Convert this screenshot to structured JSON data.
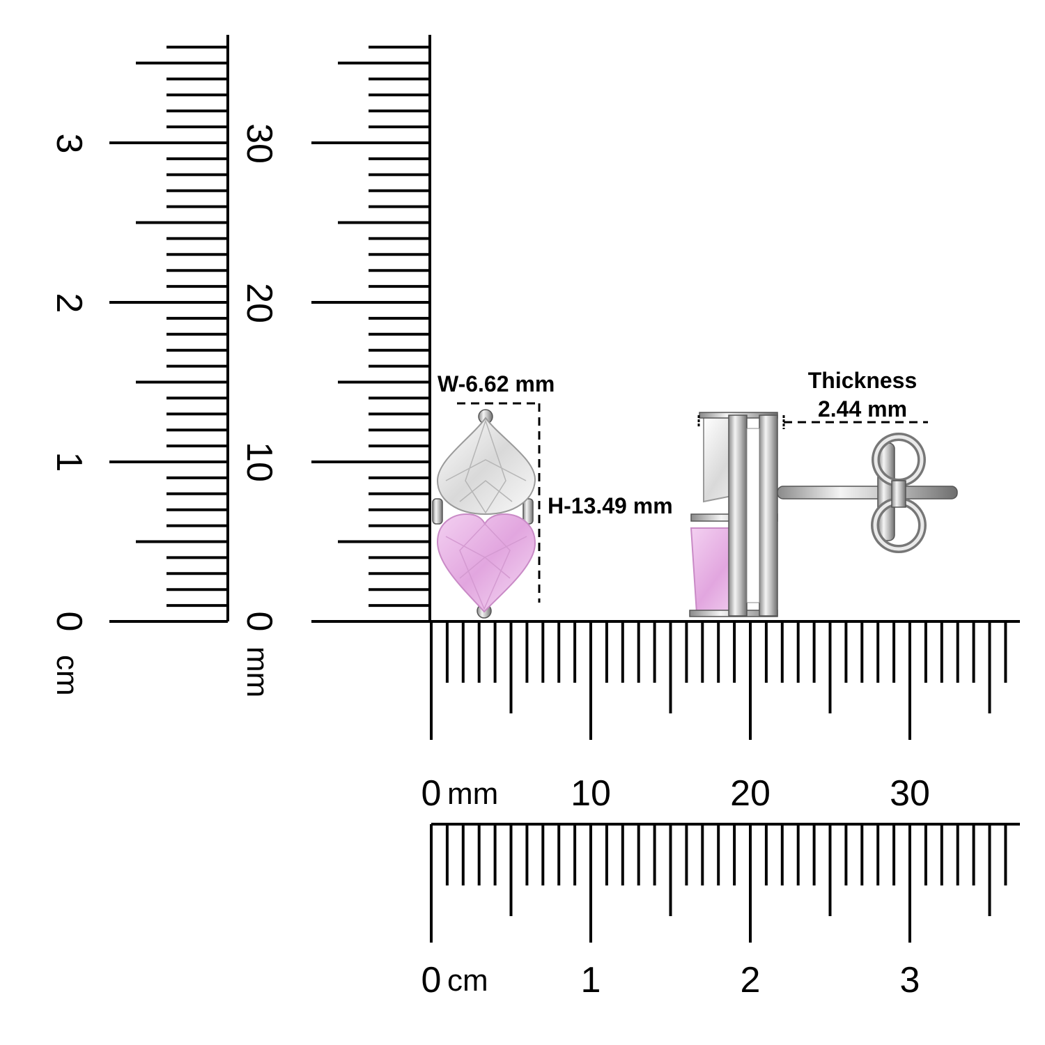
{
  "dimensions": {
    "width_label": "W-6.62 mm",
    "height_label": "H-13.49 mm",
    "thickness_title": "Thickness",
    "thickness_value": "2.44 mm"
  },
  "rulers": {
    "left_cm": {
      "zero": "0",
      "unit": "cm",
      "labels": [
        "1",
        "2",
        "3"
      ]
    },
    "left_mm": {
      "zero": "0",
      "unit": "mm",
      "labels": [
        "10",
        "20",
        "30"
      ]
    },
    "bottom_mm": {
      "zero": "0",
      "unit": "mm",
      "labels": [
        "10",
        "20",
        "30"
      ]
    },
    "bottom_cm": {
      "zero": "0",
      "unit": "cm",
      "labels": [
        "1",
        "2",
        "3"
      ]
    }
  },
  "colors": {
    "ruler": "#000000",
    "pink_stone": "#e8b4e6",
    "clear_stone": "#f2f2f2",
    "metal": "#c8c8c8"
  }
}
